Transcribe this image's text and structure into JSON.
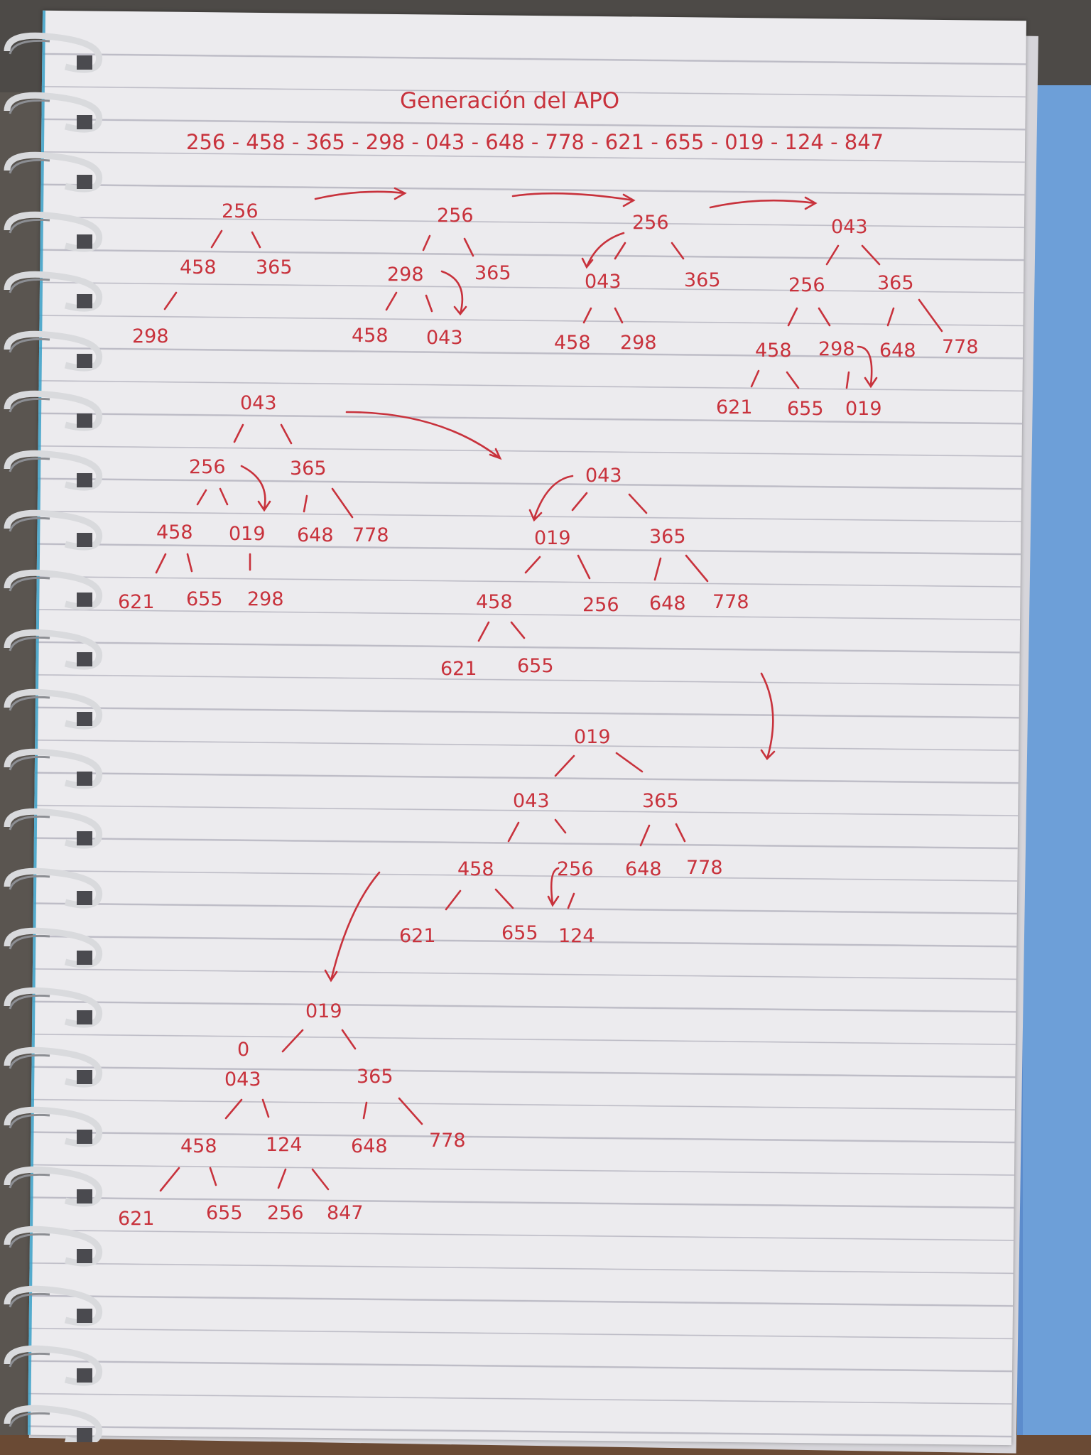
{
  "title": "Generación del APO",
  "sequence": "256 - 458 - 365 - 298 - 043 - 648 - 778 - 621 - 655 - 019 - 124 - 847",
  "trees": [
    {
      "id": "t1",
      "nodes": [
        "256",
        "458",
        "365",
        "298"
      ]
    },
    {
      "id": "t2",
      "nodes": [
        "256",
        "298",
        "365",
        "458",
        "043"
      ]
    },
    {
      "id": "t3",
      "nodes": [
        "256",
        "043",
        "365",
        "458",
        "298"
      ]
    },
    {
      "id": "t4",
      "nodes": [
        "043",
        "256",
        "365",
        "458",
        "298",
        "648",
        "778",
        "621",
        "655",
        "019"
      ]
    },
    {
      "id": "t5",
      "nodes": [
        "043",
        "256",
        "365",
        "458",
        "019",
        "648",
        "778",
        "621",
        "655",
        "298"
      ]
    },
    {
      "id": "t6",
      "nodes": [
        "043",
        "019",
        "365",
        "458",
        "256",
        "648",
        "778",
        "621",
        "655"
      ]
    },
    {
      "id": "t7",
      "nodes": [
        "019",
        "043",
        "365",
        "458",
        "256",
        "648",
        "778",
        "621",
        "655",
        "124"
      ]
    },
    {
      "id": "t8",
      "nodes": [
        "019",
        "043",
        "365",
        "458",
        "124",
        "648",
        "778",
        "621",
        "655",
        "256",
        "847"
      ]
    }
  ],
  "stray_mark": "0"
}
